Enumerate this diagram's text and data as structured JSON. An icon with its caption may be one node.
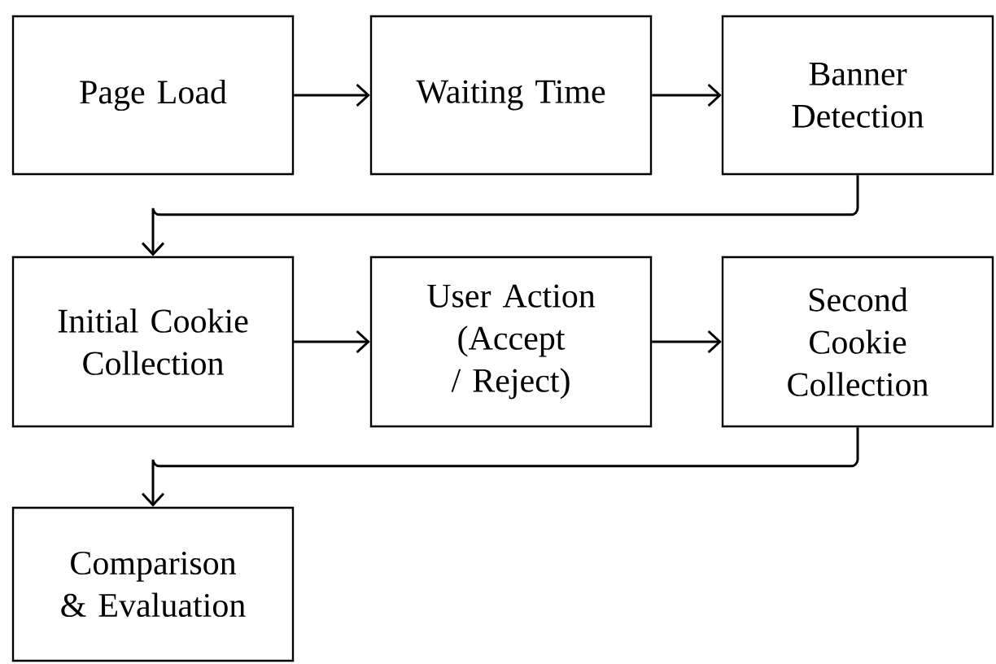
{
  "diagram": {
    "nodes": [
      {
        "text": [
          "Page Load"
        ]
      },
      {
        "text": [
          "Waiting Time"
        ]
      },
      {
        "text": [
          "Banner Detection"
        ]
      },
      {
        "text": [
          "Initial Cookie Collection"
        ]
      },
      {
        "text": [
          "User Action (Accept / Reject)"
        ]
      },
      {
        "text": [
          "Second Cookie Collection"
        ]
      },
      {
        "text": [
          "Comparison & Evaluation"
        ]
      }
    ],
    "edges": [
      {
        "from": 0,
        "to": 1,
        "arrow": "to"
      },
      {
        "from": 1,
        "to": 2,
        "arrow": "to"
      },
      {
        "from": 2,
        "to": 3,
        "arrow": "to"
      },
      {
        "from": 3,
        "to": 4,
        "arrow": "to"
      },
      {
        "from": 4,
        "to": 5,
        "arrow": "to"
      },
      {
        "from": 5,
        "to": 6,
        "arrow": "to"
      }
    ]
  }
}
